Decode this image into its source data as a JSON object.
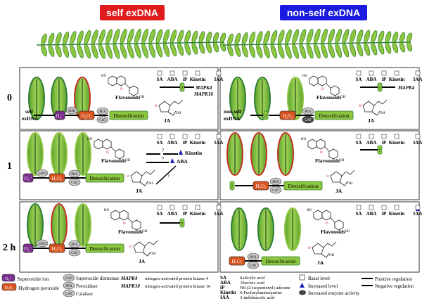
{
  "headers": {
    "self": "self exDNA",
    "nonself": "non-self exDNA",
    "self_color": "#e01b1b",
    "nonself_color": "#1a1ae0"
  },
  "rows": [
    "0",
    "1",
    "2 h"
  ],
  "hormones": [
    "SA",
    "ABA",
    "iP",
    "Kinetin",
    "IAA"
  ],
  "labels": {
    "flavonoids": "Flavonoids",
    "ja": "JA",
    "detox": "Detoxification",
    "o2": "O₂⁻",
    "sod": "SOD",
    "h2o2": "H₂O₂",
    "pex": "PEX",
    "cat": "CAT",
    "mapk4": "MAPK4",
    "mapk10": "MAPK10",
    "kinetin": "Kinetin",
    "aba": "ABA",
    "q": "?",
    "self_lbl_1": "self",
    "self_lbl_2": "exDNA",
    "nonself_lbl_1": "non-self",
    "nonself_lbl_2": "exDNA",
    "oh": "OH",
    "ho": "HO",
    "o": "O"
  },
  "legend": {
    "superoxide": "Superoxide ion",
    "h2o2": "Hydrogen peroxide",
    "sod": "Superoxide dismutase",
    "pex": "Peroxidase",
    "cat": "Catalase",
    "mapk4_key": "MAPK4",
    "mapk4_val": "mitogen-activated protein kinase 4",
    "mapk10_key": "MAPK10",
    "mapk10_val": "mitogen-activated protein kinase 10",
    "sa_key": "SA",
    "sa_val": "Salicylic acid",
    "aba_key": "ABA",
    "aba_val": "Abscisic acid",
    "ip_key": "iP",
    "ip_val": "N6-(2-isopentenyl) adenine",
    "kin_key": "Kinetin",
    "kin_val": "6-Furfurylaminopurine",
    "iaa_key": "IAA",
    "iaa_val": "3-indoleacetic acid",
    "basal": "Basal level",
    "increased": "Increased level",
    "enzyme": "Increased enzyme activity",
    "positive": "Positive regulation",
    "negative": "Negative regulation"
  },
  "colors": {
    "leaf_green": "#8cc63f",
    "leaf_dark": "#2e7d32",
    "purple": "#7b2d8e",
    "orange": "#d9531e",
    "gray": "#c8c8c8",
    "arrow_blue": "#1a1ab8"
  }
}
